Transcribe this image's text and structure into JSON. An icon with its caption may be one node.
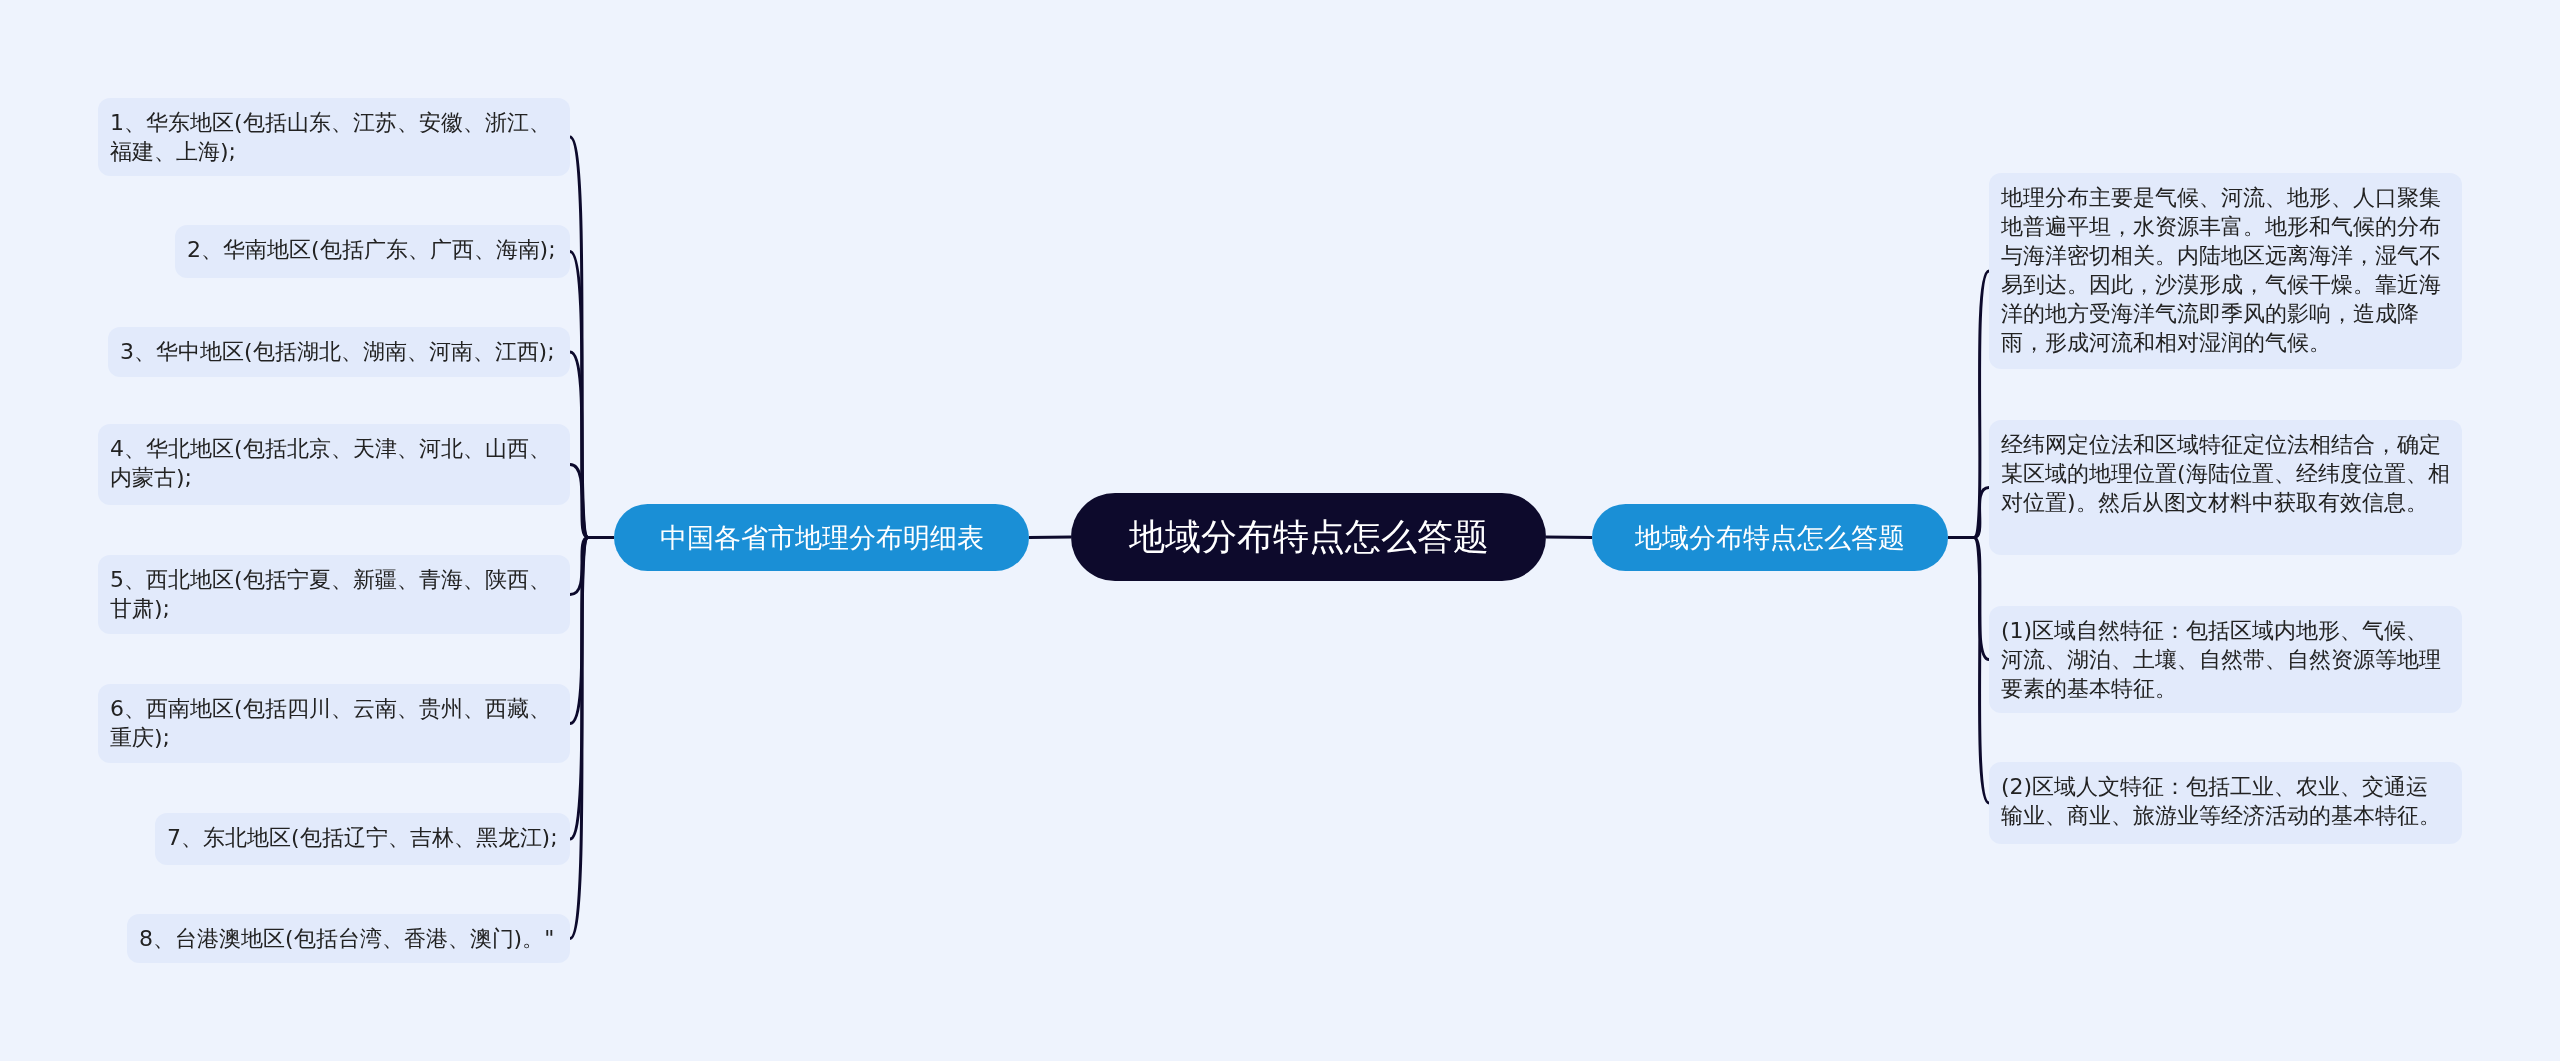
{
  "diagram": {
    "nodes": [
      {
        "text": [
          "地域分布特点怎么答题"
        ]
      },
      {
        "text": [
          "中国各省市地理分布明细表"
        ]
      },
      {
        "text": [
          "地域分布特点怎么答题"
        ]
      },
      {
        "text": [
          "1、华东地区(包括山东、江苏、安徽、浙江、福建、上海);"
        ]
      },
      {
        "text": [
          "2、华南地区(包括广东、广西、海南);"
        ]
      },
      {
        "text": [
          "3、华中地区(包括湖北、湖南、河南、江西);"
        ]
      },
      {
        "text": [
          "4、华北地区(包括北京、天津、河北、山西、内蒙古);"
        ]
      },
      {
        "text": [
          "5、西北地区(包括宁夏、新疆、青海、陕西、甘肃);"
        ]
      },
      {
        "text": [
          "6、西南地区(包括四川、云南、贵州、西藏、重庆);"
        ]
      },
      {
        "text": [
          "7、东北地区(包括辽宁、吉林、黑龙江);"
        ]
      },
      {
        "text": [
          "8、台港澳地区(包括台湾、香港、澳门)。\""
        ]
      },
      {
        "text": [
          "地理分布主要是气候、河流、地形、人口聚集地普遍平坦，水资源丰富。地形和气候的分布与海洋密切相关。内陆地区远离海洋，湿气不易到达。因此，沙漠形成，气候干燥。靠近海洋的地方受海洋气流即季风的影响，造成降雨，形成河流和相对湿润的气候。"
        ]
      },
      {
        "text": [
          "经纬网定位法和区域特征定位法相结合，确定某区域的地理位置(海陆位置、经纬度位置、相对位置)。然后从图文材料中获取有效信息。"
        ]
      },
      {
        "text": [
          "(1)区域自然特征：包括区域内地形、气候、河流、湖泊、土壤、自然带、自然资源等地理要素的基本特征。"
        ]
      },
      {
        "text": [
          "(2)区域人文特征：包括工业、农业、交通运输业、商业、旅游业等经济活动的基本特征。"
        ]
      }
    ],
    "edges": [
      {
        "from": 0,
        "to": 1,
        "arrow": "none"
      },
      {
        "from": 0,
        "to": 2,
        "arrow": "none"
      },
      {
        "from": 1,
        "to": 3,
        "arrow": "none"
      },
      {
        "from": 1,
        "to": 4,
        "arrow": "none"
      },
      {
        "from": 1,
        "to": 5,
        "arrow": "none"
      },
      {
        "from": 1,
        "to": 6,
        "arrow": "none"
      },
      {
        "from": 1,
        "to": 7,
        "arrow": "none"
      },
      {
        "from": 1,
        "to": 8,
        "arrow": "none"
      },
      {
        "from": 1,
        "to": 9,
        "arrow": "none"
      },
      {
        "from": 1,
        "to": 10,
        "arrow": "none"
      },
      {
        "from": 2,
        "to": 11,
        "arrow": "none"
      },
      {
        "from": 2,
        "to": 12,
        "arrow": "none"
      },
      {
        "from": 2,
        "to": 13,
        "arrow": "none"
      },
      {
        "from": 2,
        "to": 14,
        "arrow": "none"
      }
    ]
  }
}
